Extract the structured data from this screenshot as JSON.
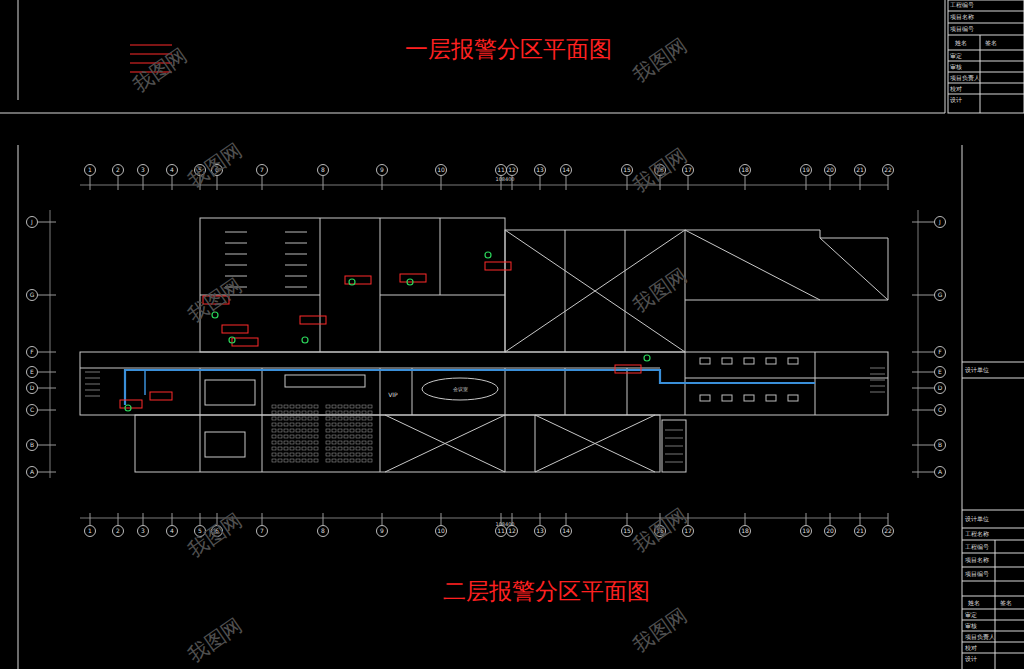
{
  "diagram": {
    "title": "一层报警分区平面图",
    "caption": "二层报警分区平面图",
    "labels": [
      "1",
      "2",
      "3",
      "4",
      "5",
      "6",
      "7",
      "8",
      "9",
      "10",
      "11",
      "12",
      "13",
      "14",
      "15",
      "16",
      "17",
      "18",
      "19",
      "20",
      "21",
      "22",
      "1",
      "2",
      "3",
      "4",
      "5",
      "6",
      "7",
      "8",
      "9",
      "10",
      "11",
      "12",
      "13",
      "14",
      "15",
      "16",
      "17",
      "18",
      "19",
      "20",
      "21",
      "22",
      "J",
      "G",
      "F",
      "E",
      "D",
      "C",
      "B",
      "A",
      "J",
      "G",
      "F",
      "E",
      "D",
      "C",
      "B",
      "A",
      "108400",
      "108400",
      "VIP",
      "会议室",
      "工程编号",
      "项目名称",
      "项目编号",
      "姓名",
      "签名",
      "审定",
      "审核",
      "项目负责人",
      "校对",
      "设计",
      "设计单位",
      "设计单位",
      "工程名称",
      "工程编号",
      "项目名称",
      "项目编号",
      "姓名",
      "签名",
      "审定",
      "审核",
      "项目负责人",
      "校对",
      "设计",
      "我图网",
      "我图网",
      "我图网",
      "我图网",
      "我图网",
      "我图网",
      "我图网",
      "我图网",
      "我图网",
      "我图网"
    ]
  }
}
